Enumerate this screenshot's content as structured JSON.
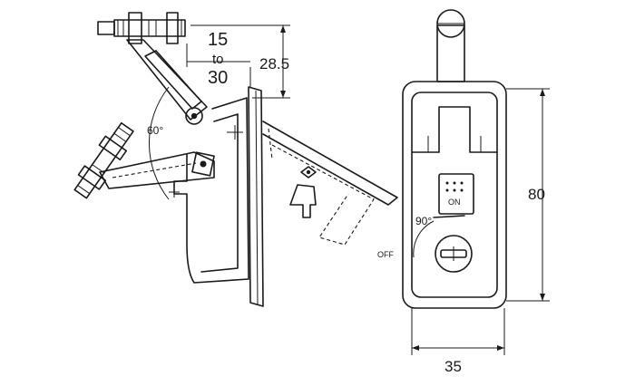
{
  "dimensions": {
    "range_top": "15",
    "range_mid": "to",
    "range_bottom": "30",
    "depth": "28.5",
    "height": "80",
    "width": "35"
  },
  "angles": {
    "swing": "60°",
    "key_turn": "90°"
  },
  "switch": {
    "on_label": "ON",
    "off_label": "OFF"
  }
}
